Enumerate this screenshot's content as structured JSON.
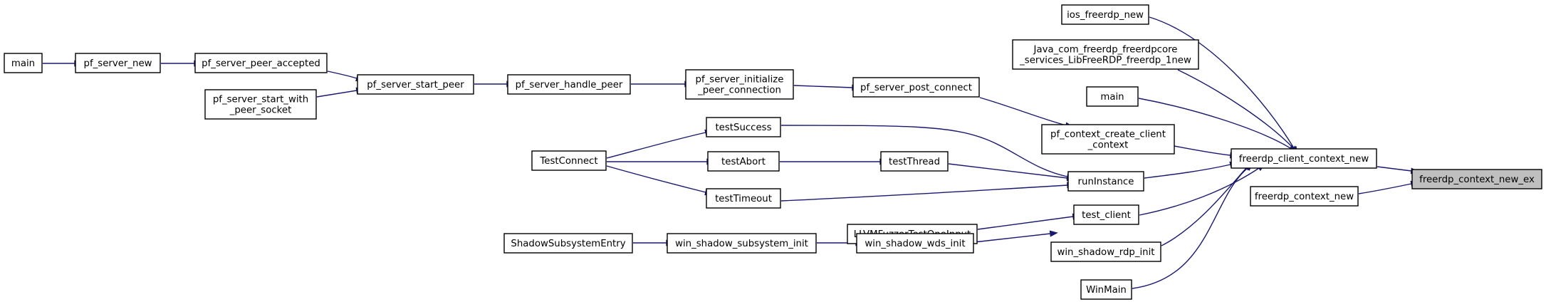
{
  "graph": {
    "nodes": [
      {
        "id": "n0",
        "lines": [
          "freerdp_context_new_ex"
        ],
        "highlight": true
      },
      {
        "id": "n1",
        "lines": [
          "freerdp_client_context_new"
        ]
      },
      {
        "id": "n2",
        "lines": [
          "ios_freerdp_new"
        ]
      },
      {
        "id": "n3",
        "lines": [
          "Java_com_freerdp_freerdpcore",
          "_services_LibFreeRDP_freerdp_1new"
        ]
      },
      {
        "id": "n4",
        "lines": [
          "main"
        ]
      },
      {
        "id": "n5",
        "lines": [
          "pf_context_create_client",
          "_context"
        ]
      },
      {
        "id": "n6",
        "lines": [
          "pf_server_post_connect"
        ]
      },
      {
        "id": "n7",
        "lines": [
          "pf_server_initialize",
          "_peer_connection"
        ]
      },
      {
        "id": "n8",
        "lines": [
          "pf_server_handle_peer"
        ]
      },
      {
        "id": "n9",
        "lines": [
          "pf_server_start_peer"
        ]
      },
      {
        "id": "n10",
        "lines": [
          "pf_server_peer_accepted"
        ]
      },
      {
        "id": "n11",
        "lines": [
          "pf_server_new"
        ]
      },
      {
        "id": "n12",
        "lines": [
          "main"
        ]
      },
      {
        "id": "n13",
        "lines": [
          "pf_server_start_with",
          "_peer_socket"
        ]
      },
      {
        "id": "n14",
        "lines": [
          "runInstance"
        ]
      },
      {
        "id": "n15",
        "lines": [
          "testSuccess"
        ]
      },
      {
        "id": "n16",
        "lines": [
          "TestConnect"
        ]
      },
      {
        "id": "n17",
        "lines": [
          "testThread"
        ]
      },
      {
        "id": "n18",
        "lines": [
          "testAbort"
        ]
      },
      {
        "id": "n19",
        "lines": [
          "testTimeout"
        ]
      },
      {
        "id": "n20",
        "lines": [
          "test_client"
        ]
      },
      {
        "id": "n21",
        "lines": [
          "LLVMFuzzerTestOneInput"
        ]
      },
      {
        "id": "n22",
        "lines": [
          "win_shadow_rdp_init"
        ]
      },
      {
        "id": "n23",
        "lines": [
          "win_shadow_wds_init"
        ]
      },
      {
        "id": "n24",
        "lines": [
          "win_shadow_subsystem_init"
        ]
      },
      {
        "id": "n25",
        "lines": [
          "ShadowSubsystemEntry"
        ]
      },
      {
        "id": "n26",
        "lines": [
          "WinMain"
        ]
      },
      {
        "id": "n27",
        "lines": [
          "freerdp_context_new"
        ]
      }
    ],
    "edges": [
      {
        "from": "n1",
        "to": "n0"
      },
      {
        "from": "n2",
        "to": "n1"
      },
      {
        "from": "n3",
        "to": "n1"
      },
      {
        "from": "n4",
        "to": "n1"
      },
      {
        "from": "n5",
        "to": "n1"
      },
      {
        "from": "n6",
        "to": "n5"
      },
      {
        "from": "n7",
        "to": "n6"
      },
      {
        "from": "n8",
        "to": "n7"
      },
      {
        "from": "n9",
        "to": "n8"
      },
      {
        "from": "n10",
        "to": "n9"
      },
      {
        "from": "n11",
        "to": "n10"
      },
      {
        "from": "n12",
        "to": "n11"
      },
      {
        "from": "n13",
        "to": "n9"
      },
      {
        "from": "n14",
        "to": "n1"
      },
      {
        "from": "n15",
        "to": "n14"
      },
      {
        "from": "n16",
        "to": "n15"
      },
      {
        "from": "n17",
        "to": "n14"
      },
      {
        "from": "n18",
        "to": "n17"
      },
      {
        "from": "n16",
        "to": "n18"
      },
      {
        "from": "n19",
        "to": "n14"
      },
      {
        "from": "n16",
        "to": "n19"
      },
      {
        "from": "n20",
        "to": "n1"
      },
      {
        "from": "n21",
        "to": "n20"
      },
      {
        "from": "n22",
        "to": "n1"
      },
      {
        "from": "n23",
        "to": "n22"
      },
      {
        "from": "n24",
        "to": "n23"
      },
      {
        "from": "n25",
        "to": "n24"
      },
      {
        "from": "n26",
        "to": "n1"
      },
      {
        "from": "n27",
        "to": "n0"
      }
    ]
  }
}
